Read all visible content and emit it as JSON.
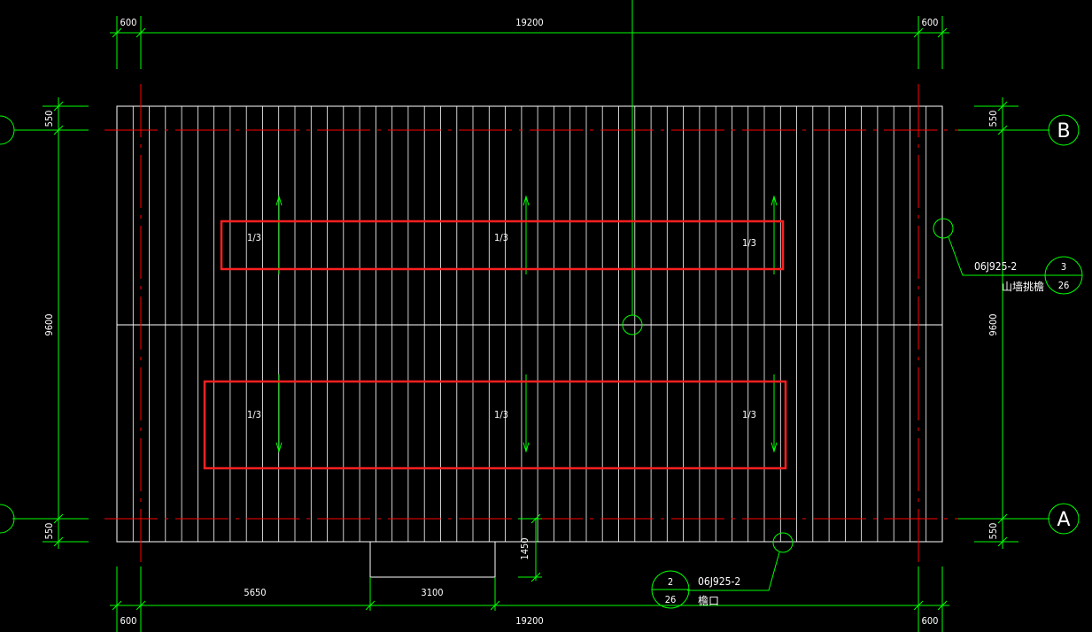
{
  "drawing": {
    "colors": {
      "background": "#000000",
      "dimension": "#00ff00",
      "outline": "#ffffff",
      "axis_line": "#ff0000",
      "highlight": "#ff2020"
    },
    "top_dims": {
      "left": "600",
      "center": "19200",
      "right": "600"
    },
    "bottom_dims": {
      "left": "600",
      "center": "19200",
      "right": "600",
      "span1": "5650",
      "span2": "3100"
    },
    "left_dims": {
      "top": "550",
      "middle": "9600",
      "bottom": "550"
    },
    "right_dims": {
      "top": "550",
      "middle": "9600",
      "bottom": "550"
    },
    "canopy_dim": "1450",
    "axes": {
      "top": "B",
      "bottom": "A"
    },
    "slopes": [
      "1/3",
      "1/3",
      "1/3",
      "1/3",
      "1/3",
      "1/3"
    ],
    "detail_gable": {
      "ref": "06J925-2",
      "num": "3",
      "sheet": "26",
      "desc": "山墙挑檐"
    },
    "detail_eave": {
      "ref": "06J925-2",
      "num": "2",
      "sheet": "26",
      "desc": "檐口"
    }
  }
}
